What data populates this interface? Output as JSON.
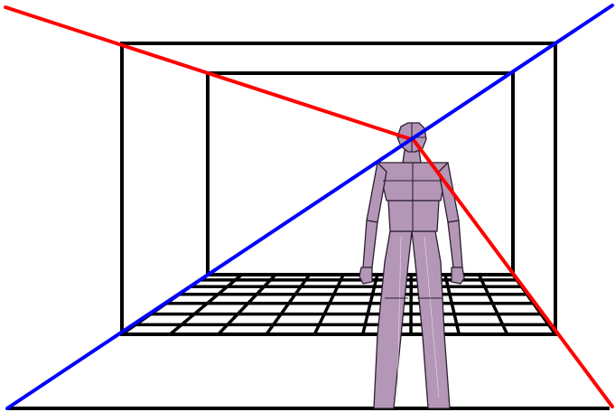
{
  "scene": {
    "description_free": true,
    "background_color": "#ffffff"
  },
  "colors": {
    "frame": "#000000",
    "floor_grid": "#000000",
    "diagonal_descending": "#ff0000",
    "diagonal_ascending": "#0000ff",
    "figure_fill": "#b497b7",
    "figure_outline": "#2a1f2e"
  },
  "elements": {
    "outer_frame": "outer-room-frame",
    "inner_frame": "inner-room-frame",
    "floor_grid": "floor-grid",
    "figure": "human-figure",
    "red_line": "red-perspective-line",
    "blue_line": "blue-perspective-line"
  }
}
